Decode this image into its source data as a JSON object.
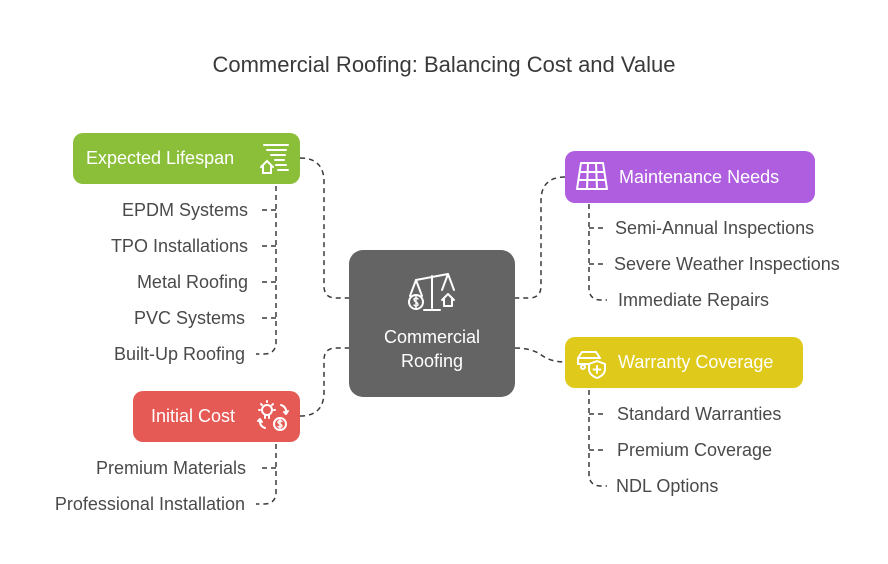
{
  "title": "Commercial Roofing: Balancing Cost and Value",
  "colors": {
    "lifespan": "#8bbf3a",
    "maintenance": "#b05ee0",
    "warranty": "#dfc91b",
    "initial_cost": "#e55a55",
    "center": "#646464"
  },
  "center": {
    "label": "Commercial\nRoofing",
    "icon": "scale-icon"
  },
  "branches": {
    "lifespan": {
      "label": "Expected Lifespan",
      "icon": "tornado-house-icon",
      "items": [
        "EPDM Systems",
        "TPO Installations",
        "Metal Roofing",
        "PVC Systems",
        "Built-Up Roofing"
      ]
    },
    "maintenance": {
      "label": "Maintenance Needs",
      "icon": "solar-panel-icon",
      "items": [
        "Semi-Annual Inspections",
        "Severe Weather Inspections",
        "Immediate Repairs"
      ]
    },
    "warranty": {
      "label": "Warranty Coverage",
      "icon": "car-shield-icon",
      "items": [
        "Standard Warranties",
        "Premium Coverage",
        "NDL Options"
      ]
    },
    "initial_cost": {
      "label": "Initial Cost",
      "icon": "idea-cost-icon",
      "items": [
        "Premium Materials",
        "Professional Installation"
      ]
    }
  }
}
